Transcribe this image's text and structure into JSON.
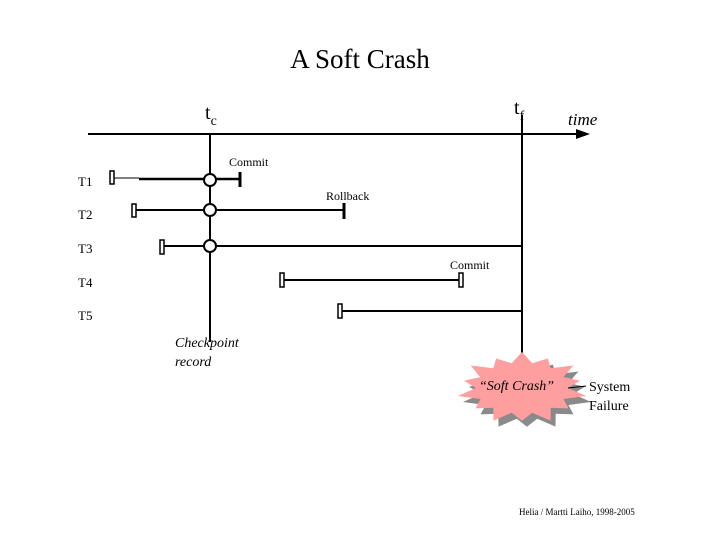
{
  "slide": {
    "title": "A Soft Crash",
    "footer": "Helia / Martti Laiho, 1998-2005"
  },
  "timeline": {
    "tc_main": "t",
    "tc_sub": "c",
    "tf_main": "t",
    "tf_sub": "f",
    "time_label": "time"
  },
  "transactions": [
    {
      "label": "T1"
    },
    {
      "label": "T2"
    },
    {
      "label": "T3"
    },
    {
      "label": "T4"
    },
    {
      "label": "T5"
    }
  ],
  "annotations": {
    "commit_1": "Commit",
    "rollback": "Rollback",
    "commit_2": "Commit",
    "checkpoint_line1": "Checkpoint",
    "checkpoint_line2": "record",
    "soft_crash": "“Soft Crash”",
    "system_line1": "System",
    "system_line2": "Failure"
  },
  "colors": {
    "line": "#000000",
    "starburst_fill": "#ff9e9e",
    "starburst_shadow": "#8a8a8a"
  }
}
